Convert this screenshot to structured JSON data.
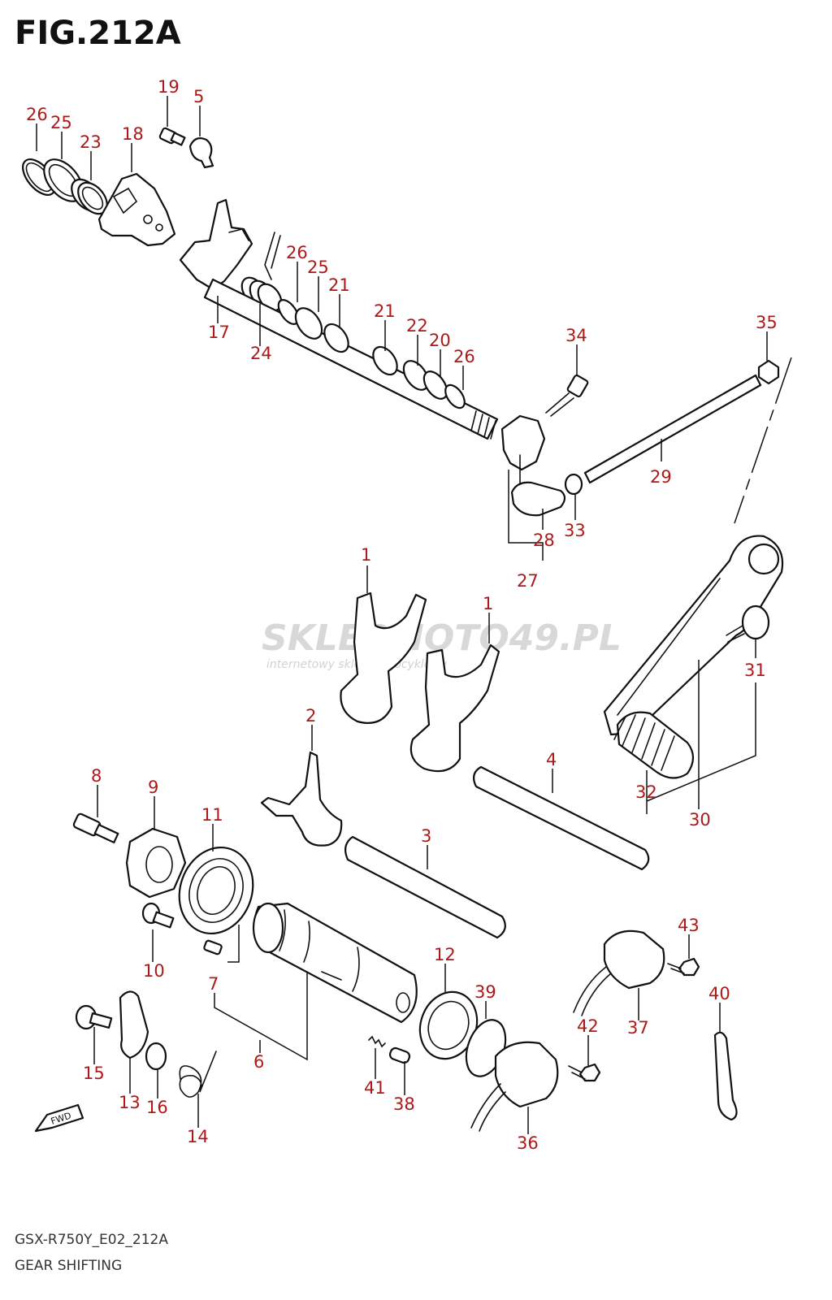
{
  "figure_title": "FIG.212A",
  "model_code": "GSX-R750Y_E02_212A",
  "diagram_title": "GEAR SHIFTING",
  "direction_label": "FWD",
  "watermark": {
    "brand": "SKLEPMOTO49.PL",
    "tagline": "internetowy sklep motocyklowy"
  },
  "callout_color": "#b01818",
  "callouts": [
    "1",
    "1",
    "2",
    "3",
    "4",
    "5",
    "6",
    "7",
    "8",
    "9",
    "10",
    "11",
    "12",
    "13",
    "14",
    "15",
    "16",
    "17",
    "18",
    "19",
    "20",
    "21",
    "21",
    "22",
    "23",
    "24",
    "25",
    "25",
    "26",
    "26",
    "26",
    "27",
    "28",
    "29",
    "30",
    "31",
    "32",
    "33",
    "34",
    "35",
    "36",
    "37",
    "38",
    "39",
    "40",
    "41",
    "42",
    "43"
  ]
}
